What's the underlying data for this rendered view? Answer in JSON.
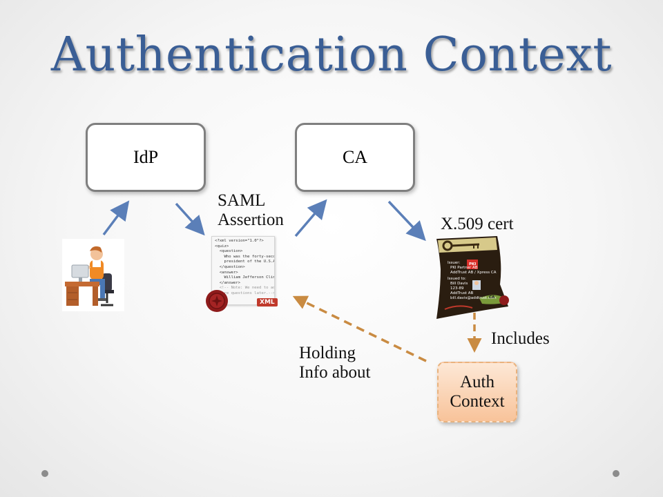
{
  "title": "Authentication Context",
  "boxes": {
    "idp": "IdP",
    "ca": "CA"
  },
  "labels": {
    "saml_line1": "SAML",
    "saml_line2": "Assertion",
    "x509": "X.509 cert",
    "holding_line1": "Holding",
    "holding_line2": "Info about",
    "includes": "Includes"
  },
  "auth_context": {
    "line1": "Auth",
    "line2": "Context"
  },
  "xml_doc": {
    "lines": [
      "<?xml version=\"1.0\"?>",
      "<quiz>",
      "  <question>",
      "    Who was the forty-second",
      "    president of the U.S.A.?",
      "  </question>",
      "  <answer>",
      "    William Jefferson Clinton",
      "  </answer>",
      "  <!-- Note: We need to add",
      "  more questions later.-->"
    ],
    "tag": "XML"
  },
  "cert": {
    "issuer_label": "Issuer:",
    "issuer_lines": [
      "PKI Partner AB",
      "AddTrust AB / Xpress CA"
    ],
    "issued_label": "Issued to:",
    "issued_lines": [
      "Bill Davis",
      "123-89",
      "AddTrust AB",
      "bill.davis@addtrust.com"
    ],
    "badge_pki": "PKI",
    "badge_ca": "CA"
  },
  "colors": {
    "title": "#3a5e95",
    "arrow_blue": "#5b7fb8",
    "arrow_dashed": "#c98b42",
    "box_border": "#7f7f7f",
    "auth_fill": "#f8c39a"
  }
}
